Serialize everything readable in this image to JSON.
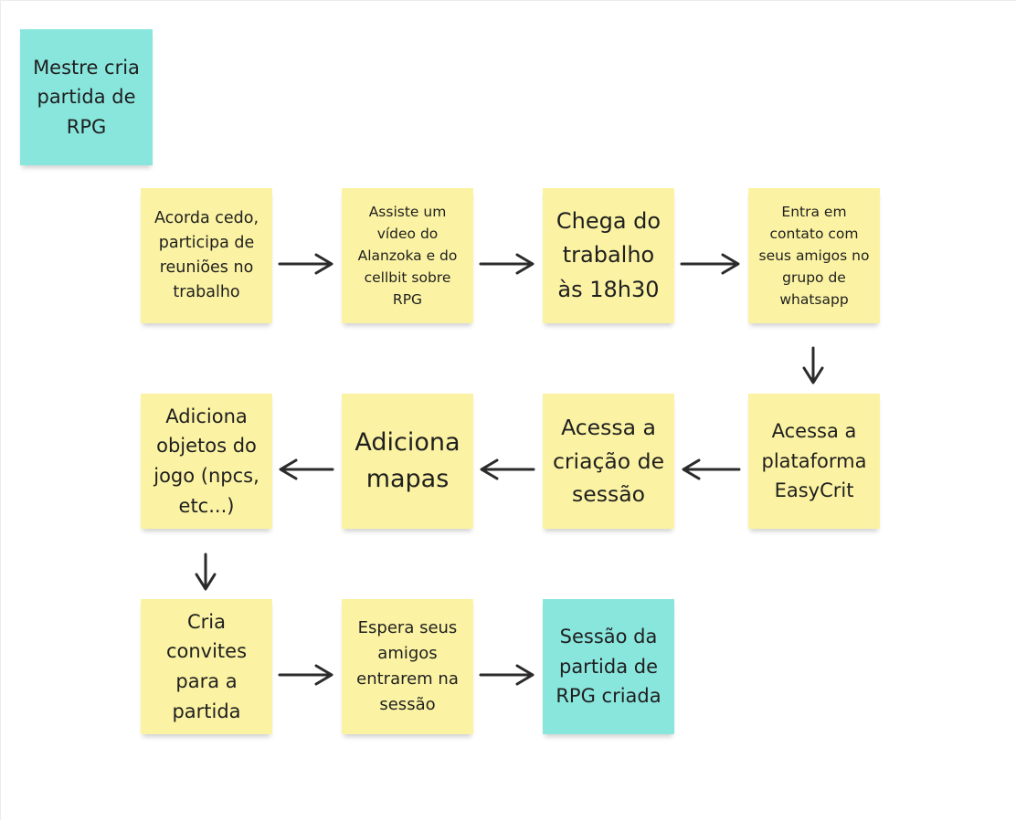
{
  "colors": {
    "yellow": "#fbf3a3",
    "teal": "#89e6dd",
    "arrow": "#2b2b2b"
  },
  "notes": {
    "start": "Mestre cria partida de RPG",
    "n1": "Acorda cedo, participa de reuniões no trabalho",
    "n2": "Assiste um vídeo do Alanzoka e do cellbit sobre RPG",
    "n3": "Chega do trabalho às 18h30",
    "n4": "Entra em contato com seus amigos no grupo de whatsapp",
    "n5": "Acessa a plataforma EasyCrit",
    "n6": "Acessa a criação de sessão",
    "n7": "Adiciona mapas",
    "n8": "Adiciona objetos do jogo (npcs, etc...)",
    "n9": "Cria convites para a partida",
    "n10": "Espera seus amigos entrarem na sessão",
    "end": "Sessão da partida de RPG criada"
  }
}
